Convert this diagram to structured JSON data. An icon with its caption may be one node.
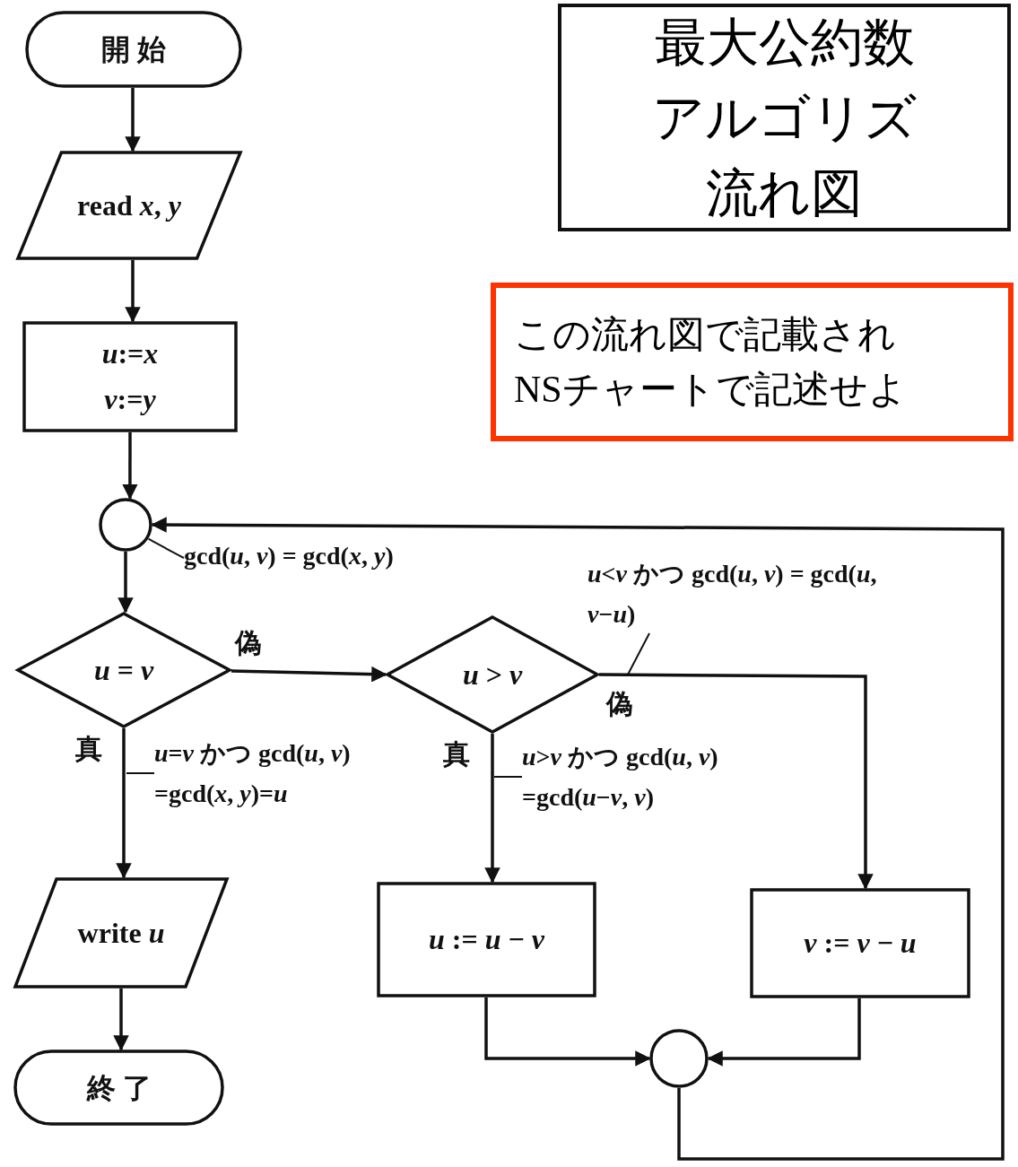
{
  "diagram": {
    "nodes": [
      {
        "text": [
          "最大公約数アルゴリズ流れ図"
        ]
      },
      {
        "text": [
          "この流れ図で記載されNSチャートで記述せよ"
        ]
      },
      {
        "text": [
          "開 始"
        ]
      },
      {
        "text": [
          "read *x*, *y*"
        ]
      },
      {
        "text": [
          "*u*:=*x*",
          "*v*:=*y*"
        ]
      },
      {
        "text": [],
        "shape": "circle"
      },
      {
        "text": [
          "*u* = *v*"
        ]
      },
      {
        "text": [
          "*u* > *v*"
        ]
      },
      {
        "text": [
          "write *u*"
        ]
      },
      {
        "text": [
          "*u* := *u* − *v*"
        ]
      },
      {
        "text": [
          "*v* := *v* − *u*"
        ]
      },
      {
        "text": [],
        "shape": "circle"
      },
      {
        "text": [
          "終 了"
        ]
      },
      {
        "text": [
          "gcd(*u*, *v*) = gcd(*x*, *y*)"
        ]
      },
      {
        "text": [
          "*u*<*v* かつ gcd(*u*, *v*) = gcd(*u*, *v*−*u*)"
        ]
      },
      {
        "text": [
          "*u*=*v* かつ gcd(*u*, *v*) =gcd(*x*, *y*)=*u*"
        ]
      },
      {
        "text": [
          "*u*>*v* かつ gcd(*u*, *v*) =gcd(*u*−*v*, *v*)"
        ]
      }
    ],
    "edges": [
      {
        "from": 2,
        "to": 3,
        "arrow": "to"
      },
      {
        "from": 3,
        "to": 4,
        "arrow": "to"
      },
      {
        "from": 4,
        "to": 5,
        "arrow": "to"
      },
      {
        "from": 5,
        "to": 6,
        "arrow": "to"
      },
      {
        "from": 6,
        "to": 7,
        "arrow": "to",
        "label": "偽"
      },
      {
        "from": 6,
        "to": 8,
        "arrow": "to",
        "label": "真"
      },
      {
        "from": 7,
        "to": 9,
        "arrow": "to",
        "label": "真"
      },
      {
        "from": 7,
        "to": 10,
        "arrow": "to",
        "label": "偽"
      },
      {
        "from": 9,
        "to": 11,
        "arrow": "to"
      },
      {
        "from": 10,
        "to": 11,
        "arrow": "to"
      },
      {
        "from": 11,
        "to": 5,
        "arrow": "to"
      },
      {
        "from": 8,
        "to": 12,
        "arrow": "to"
      },
      {
        "from": 13,
        "to": 5,
        "arrow": "none"
      },
      {
        "from": 14,
        "to": null,
        "arrow": "none"
      },
      {
        "from": 15,
        "to": null,
        "arrow": "none"
      },
      {
        "from": 16,
        "to": null,
        "arrow": "none"
      }
    ]
  }
}
